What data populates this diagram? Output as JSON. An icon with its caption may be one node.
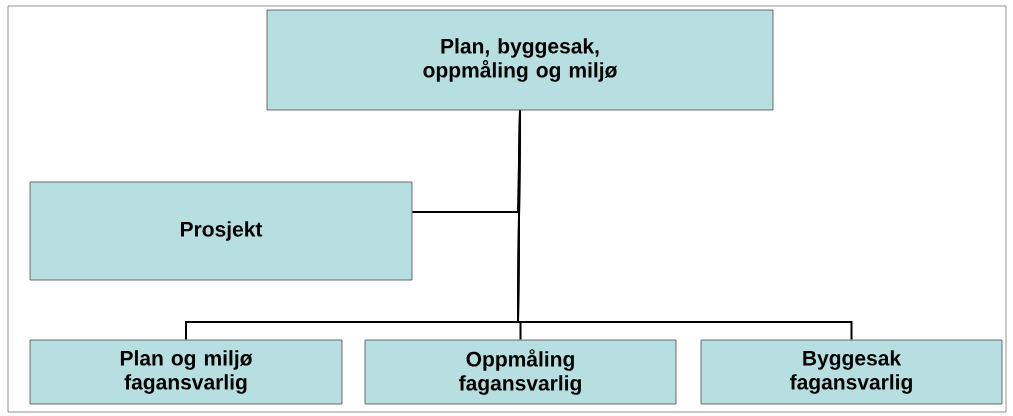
{
  "diagram": {
    "nodes": [
      {
        "text": [
          "Plan, byggesak, oppmåling og miljø"
        ]
      },
      {
        "text": [
          "Prosjekt"
        ]
      },
      {
        "text": [
          "Plan og miljø fagansvarlig"
        ]
      },
      {
        "text": [
          "Oppmåling fagansvarlig"
        ]
      },
      {
        "text": [
          "Byggesak fagansvarlig"
        ]
      }
    ],
    "edges": [
      {
        "from": 0,
        "to": 1,
        "arrow": "none"
      },
      {
        "from": 0,
        "to": 2,
        "arrow": "none"
      },
      {
        "from": 0,
        "to": 3,
        "arrow": "none"
      },
      {
        "from": 0,
        "to": 4,
        "arrow": "none"
      }
    ]
  }
}
